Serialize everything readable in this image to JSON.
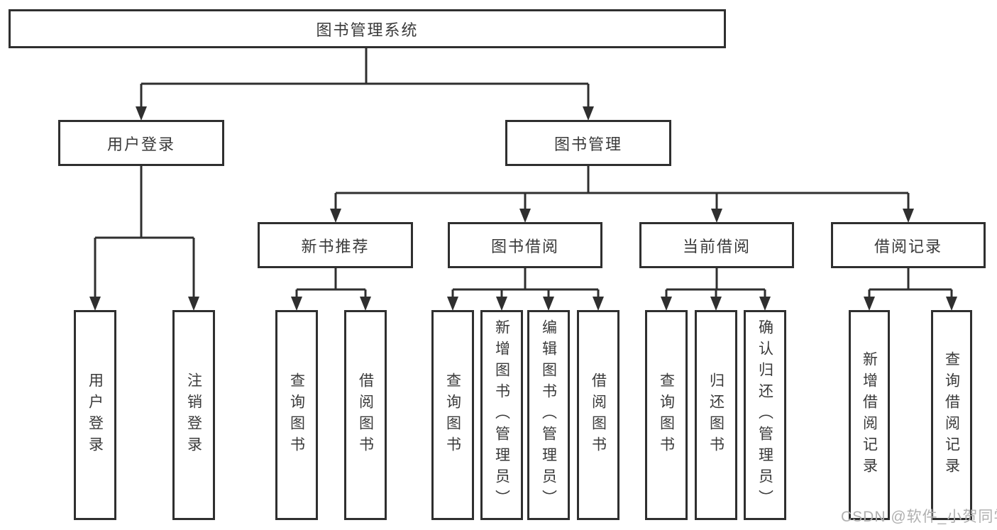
{
  "diagram_type": "hierarchy",
  "tree": {
    "root": "图书管理系统",
    "branches": [
      {
        "label": "用户登录",
        "children": [
          "用户登录",
          "注销登录"
        ]
      },
      {
        "label": "图书管理",
        "groups": [
          {
            "label": "新书推荐",
            "children": [
              "查询图书",
              "借阅图书"
            ]
          },
          {
            "label": "图书借阅",
            "children": [
              "查询图书",
              "新增图书（管理员）",
              "编辑图书（管理员）",
              "借阅图书"
            ]
          },
          {
            "label": "当前借阅",
            "children": [
              "查询图书",
              "归还图书",
              "确认归还（管理员）"
            ]
          },
          {
            "label": "借阅记录",
            "children": [
              "新增借阅记录",
              "查询借阅记录"
            ]
          }
        ]
      }
    ]
  },
  "watermark": "CSDN @软件_小贺同学",
  "colors": {
    "line": "#2f2f2f",
    "text": "#3a3a3a",
    "box_background": "#ffffff",
    "background": "#ffffff",
    "watermark": "#b0b0b0"
  }
}
